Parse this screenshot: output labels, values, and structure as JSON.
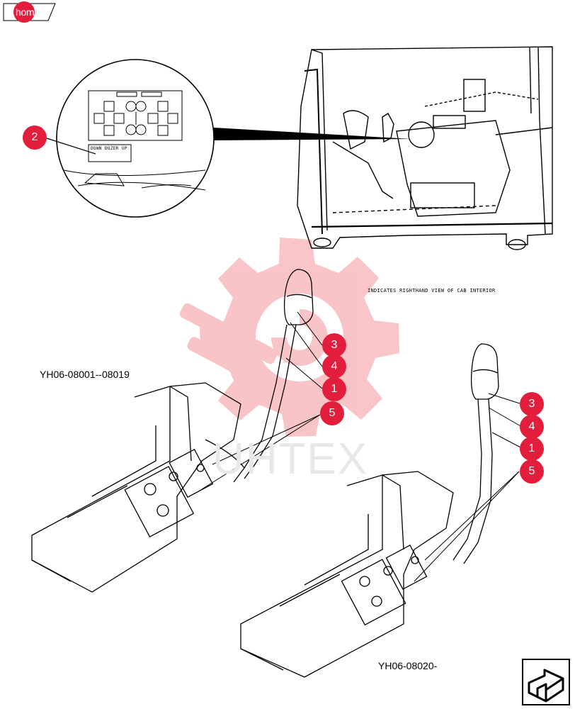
{
  "nav": {
    "home_label": "home"
  },
  "labels": {
    "model_range_early": "YH06-08001--08019",
    "model_range_late": "YH06-08020-",
    "view_caption": "INDICATES RIGHTHAND VIEW OF CAB INTERIOR",
    "watermark": "UHTEX"
  },
  "decal": {
    "down": "DOWN",
    "dozer": "DOZER",
    "up": "UP"
  },
  "callouts": {
    "detail": "2",
    "upper_a": "3",
    "upper_b": "4",
    "upper_c": "1",
    "upper_d": "5",
    "lower_a": "3",
    "lower_b": "4",
    "lower_c": "1",
    "lower_d": "5"
  },
  "colors": {
    "accent": "#e31e3c",
    "line": "#000000",
    "watermark": "#f4c6c6"
  },
  "icons": {
    "next": "arrow-next-icon",
    "home": "home-tab-icon"
  }
}
